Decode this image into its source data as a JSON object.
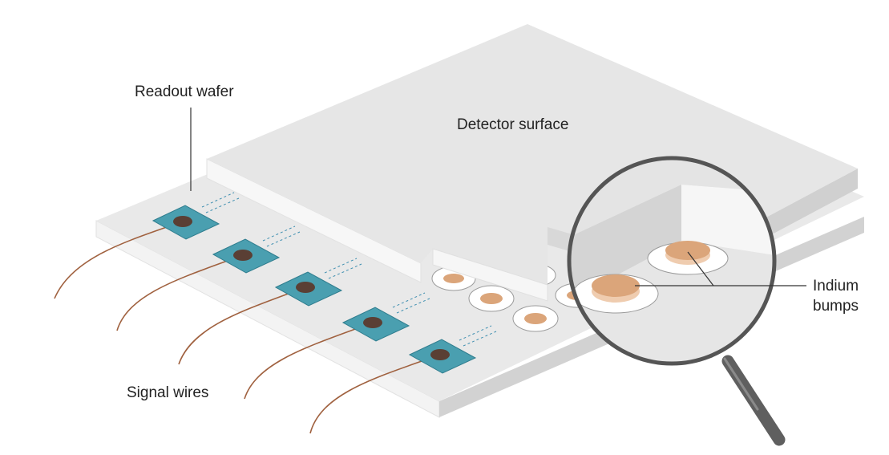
{
  "labels": {
    "readout_wafer": "Readout wafer",
    "detector_surface": "Detector surface",
    "signal_wires": "Signal wires",
    "indium_bumps_line1": "Indium",
    "indium_bumps_line2": "bumps"
  },
  "colors": {
    "wafer_top": "#e9e9e9",
    "wafer_side_light": "#f3f3f3",
    "wafer_side_dark": "#cfcfcf",
    "pad": "#4a9fb0",
    "pad_edge": "#2f7d8e",
    "contact": "#5a3f34",
    "wire": "#a0613f",
    "trace": "#3f8fb0",
    "indium": "#dba57a",
    "indium_light": "#efccaf",
    "lens_rim": "#555555",
    "handle": "#5f5f5f"
  },
  "counts": {
    "pads": 5
  }
}
